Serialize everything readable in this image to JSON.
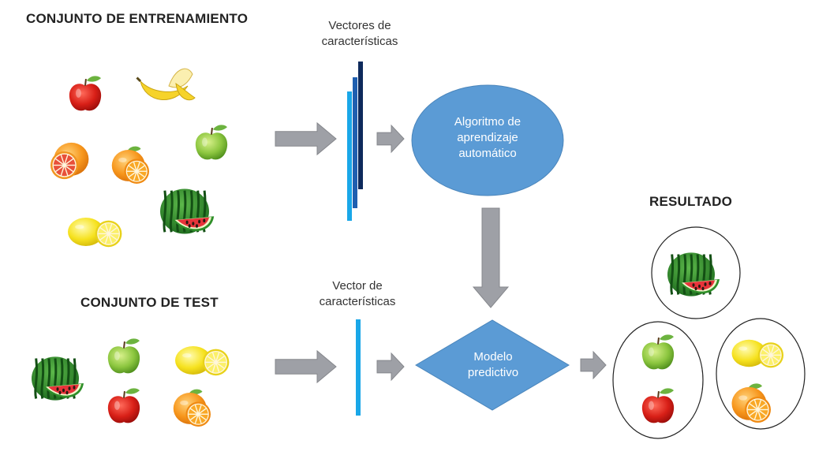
{
  "headings": {
    "training_set": "CONJUNTO DE ENTRENAMIENTO",
    "test_set": "CONJUNTO DE TEST",
    "result": "RESULTADO"
  },
  "labels": {
    "feature_vectors_line1": "Vectores de",
    "feature_vectors_line2": "características",
    "feature_vector_line1": "Vector de",
    "feature_vector_line2": "características"
  },
  "nodes": {
    "algorithm_line1": "Algoritmo de",
    "algorithm_line2": "aprendizaje",
    "algorithm_line3": "automático",
    "model_line1": "Modelo",
    "model_line2": "predictivo"
  },
  "colors": {
    "shape_blue": "#5b9bd5",
    "arrow_gray": "#9ea0a6",
    "vector_dark": "#0e2a5c",
    "vector_mid": "#1f5fb0",
    "vector_light": "#19a7e8"
  },
  "training_fruits": [
    "apple-red",
    "banana",
    "grapefruit",
    "orange",
    "apple-green",
    "watermelon",
    "lemon"
  ],
  "test_fruits": [
    "watermelon",
    "apple-green",
    "lemon",
    "apple-red",
    "orange"
  ],
  "result_groups": [
    [
      "watermelon"
    ],
    [
      "apple-green",
      "apple-red"
    ],
    [
      "lemon",
      "orange"
    ]
  ]
}
